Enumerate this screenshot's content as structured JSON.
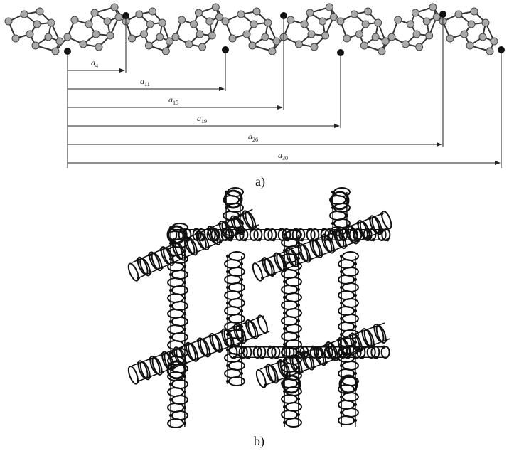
{
  "panels": {
    "a": {
      "label": "a)"
    },
    "b": {
      "label": "b)"
    }
  },
  "dimensions": [
    {
      "letter": "a",
      "subscript": "4"
    },
    {
      "letter": "a",
      "subscript": "11"
    },
    {
      "letter": "a",
      "subscript": "15"
    },
    {
      "letter": "a",
      "subscript": "19"
    },
    {
      "letter": "a",
      "subscript": "26"
    },
    {
      "letter": "a",
      "subscript": "30"
    }
  ],
  "colors": {
    "atom_fill": "#a9a9a9",
    "atom_marked": "#111111",
    "bond": "#333333",
    "line": "#222222"
  }
}
